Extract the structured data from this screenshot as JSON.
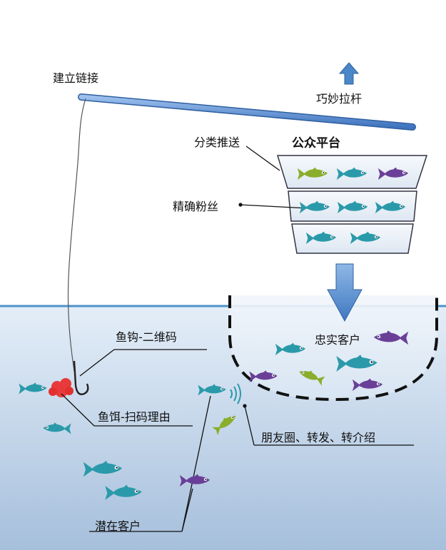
{
  "labels": {
    "build_link": "建立链接",
    "pull_rod": "巧妙拉杆",
    "classify_push": "分类推送",
    "public_platform": "公众平台",
    "precise_fans": "精确粉丝",
    "hook": "鱼钩-二维码",
    "bait": "鱼饵-扫码理由",
    "loyal_customers": "忠实客户",
    "moments": "朋友圈、转发、转介绍",
    "potential_customers": "潜在客户"
  },
  "colors": {
    "rod": "#5b8fd6",
    "water_top": "#dfeaf5",
    "water_bottom": "#a9c2de",
    "fish_teal": "#2a9aaa",
    "fish_purple": "#6a3f98",
    "fish_green": "#8aae2c",
    "bait": "#e83a3a",
    "arrow": "#4a86c8"
  },
  "icons": [
    "fish-icon",
    "arrow-up-icon",
    "arrow-down-icon",
    "signal-waves-icon",
    "bait-icon"
  ]
}
